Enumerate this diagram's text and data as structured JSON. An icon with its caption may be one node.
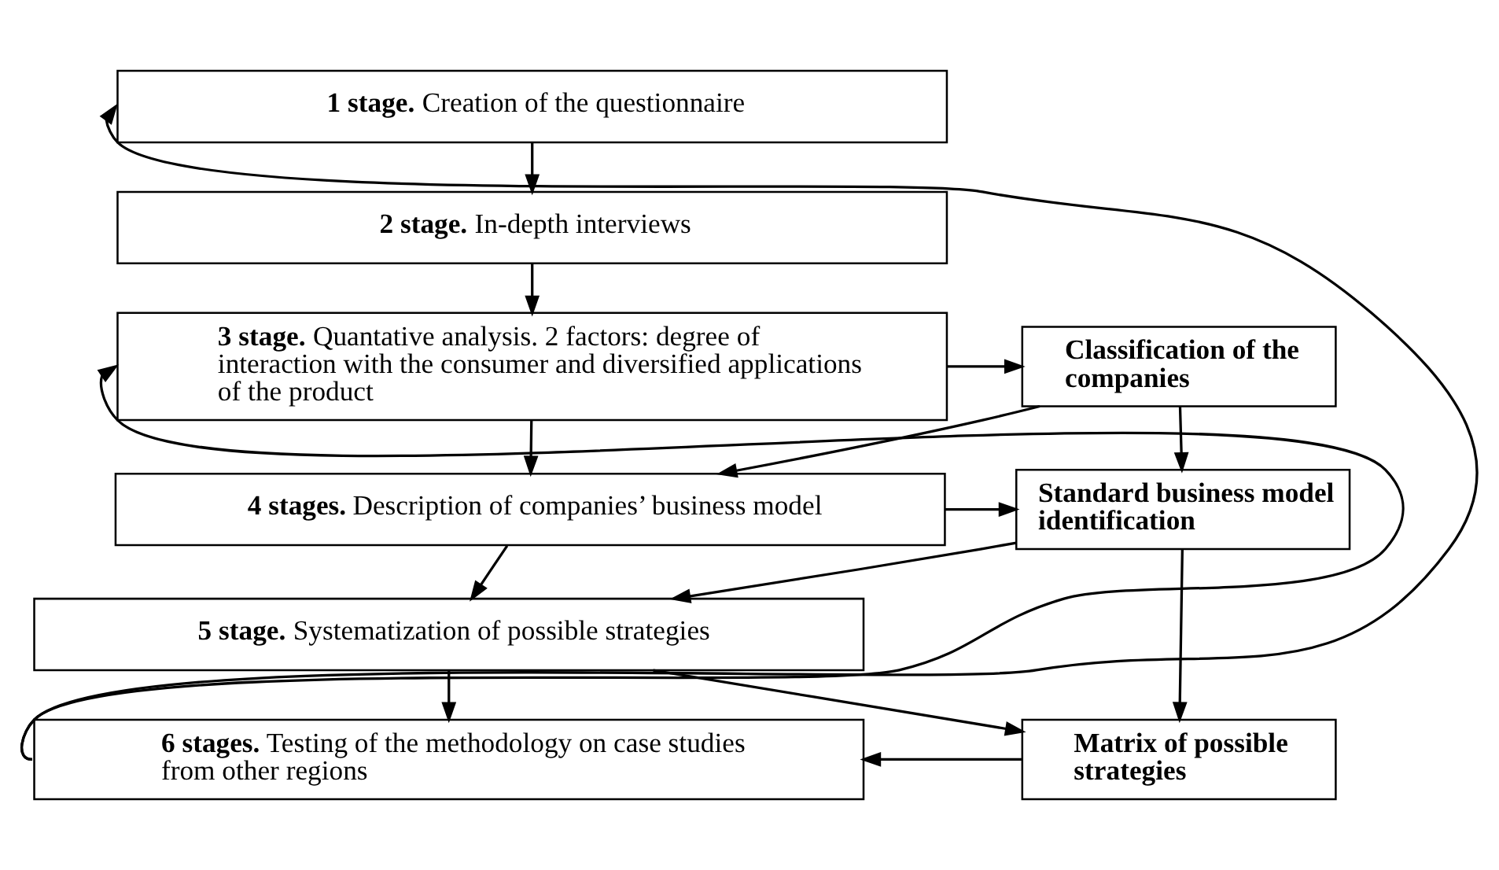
{
  "diagram": {
    "nodes": [
      {
        "text": [
          "**1 stage.** Creation of the questionnaire"
        ]
      },
      {
        "text": [
          "**2 stage.** In-depth interviews"
        ]
      },
      {
        "text": [
          "**3 stage.** Quantative analysis. 2 factors: degree of interaction with the consumer and diversified applications of the product"
        ]
      },
      {
        "text": [
          "**4 stages.** Description of companies’ business model"
        ]
      },
      {
        "text": [
          "**5 stage.** Systematization of possible strategies"
        ]
      },
      {
        "text": [
          "**6 stages.** Testing of the methodology on case studies from other regions"
        ]
      },
      {
        "text": [
          "Classification of the companies"
        ]
      },
      {
        "text": [
          "Standard business model identification"
        ]
      },
      {
        "text": [
          "Matrix of possible strategies"
        ]
      }
    ],
    "edges": [
      {
        "from": 0,
        "to": 1,
        "arrow": "to"
      },
      {
        "from": 1,
        "to": 2,
        "arrow": "to"
      },
      {
        "from": 2,
        "to": 3,
        "arrow": "to"
      },
      {
        "from": 3,
        "to": 4,
        "arrow": "to"
      },
      {
        "from": 4,
        "to": 5,
        "arrow": "to"
      },
      {
        "from": 5,
        "to": 0,
        "arrow": "to"
      },
      {
        "from": 5,
        "to": 2,
        "arrow": "to"
      },
      {
        "from": 2,
        "to": 6,
        "arrow": "to"
      },
      {
        "from": 6,
        "to": 7,
        "arrow": "to"
      },
      {
        "from": 7,
        "to": 8,
        "arrow": "to"
      },
      {
        "from": 6,
        "to": 3,
        "arrow": "to"
      },
      {
        "from": 3,
        "to": 7,
        "arrow": "to"
      },
      {
        "from": 7,
        "to": 4,
        "arrow": "to"
      },
      {
        "from": 4,
        "to": 8,
        "arrow": "to"
      },
      {
        "from": 8,
        "to": 5,
        "arrow": "to"
      }
    ]
  }
}
